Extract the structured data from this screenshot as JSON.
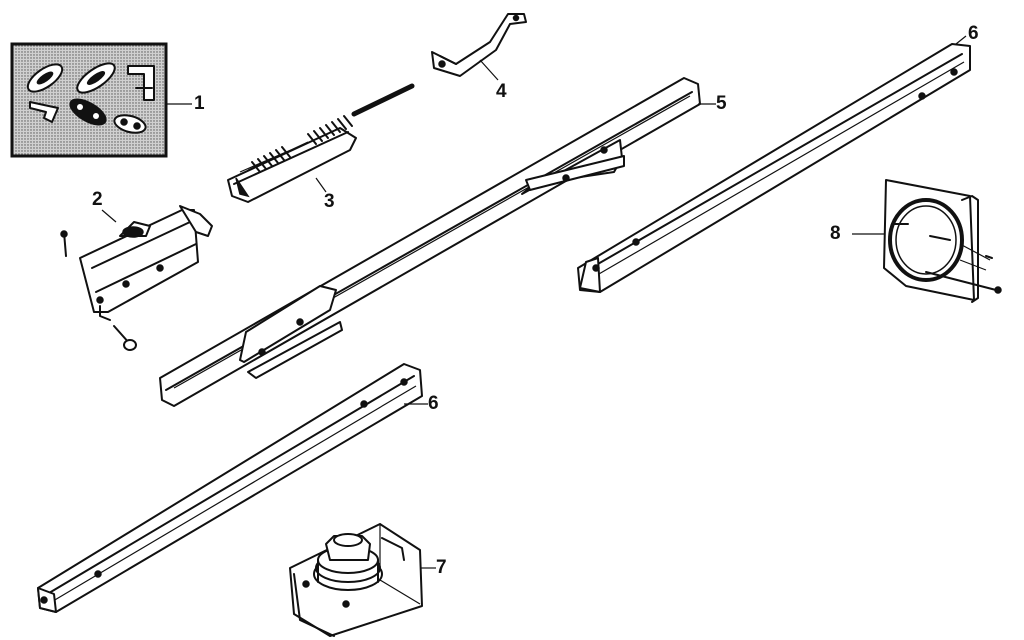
{
  "callouts": {
    "c1": "1",
    "c2": "2",
    "c3": "3",
    "c4": "4",
    "c5": "5",
    "c6a": "6",
    "c6b": "6",
    "c7": "7",
    "c8": "8"
  },
  "colors": {
    "ink": "#111111",
    "background": "#ffffff",
    "hardware_box_fill": "#b8b8b8"
  }
}
